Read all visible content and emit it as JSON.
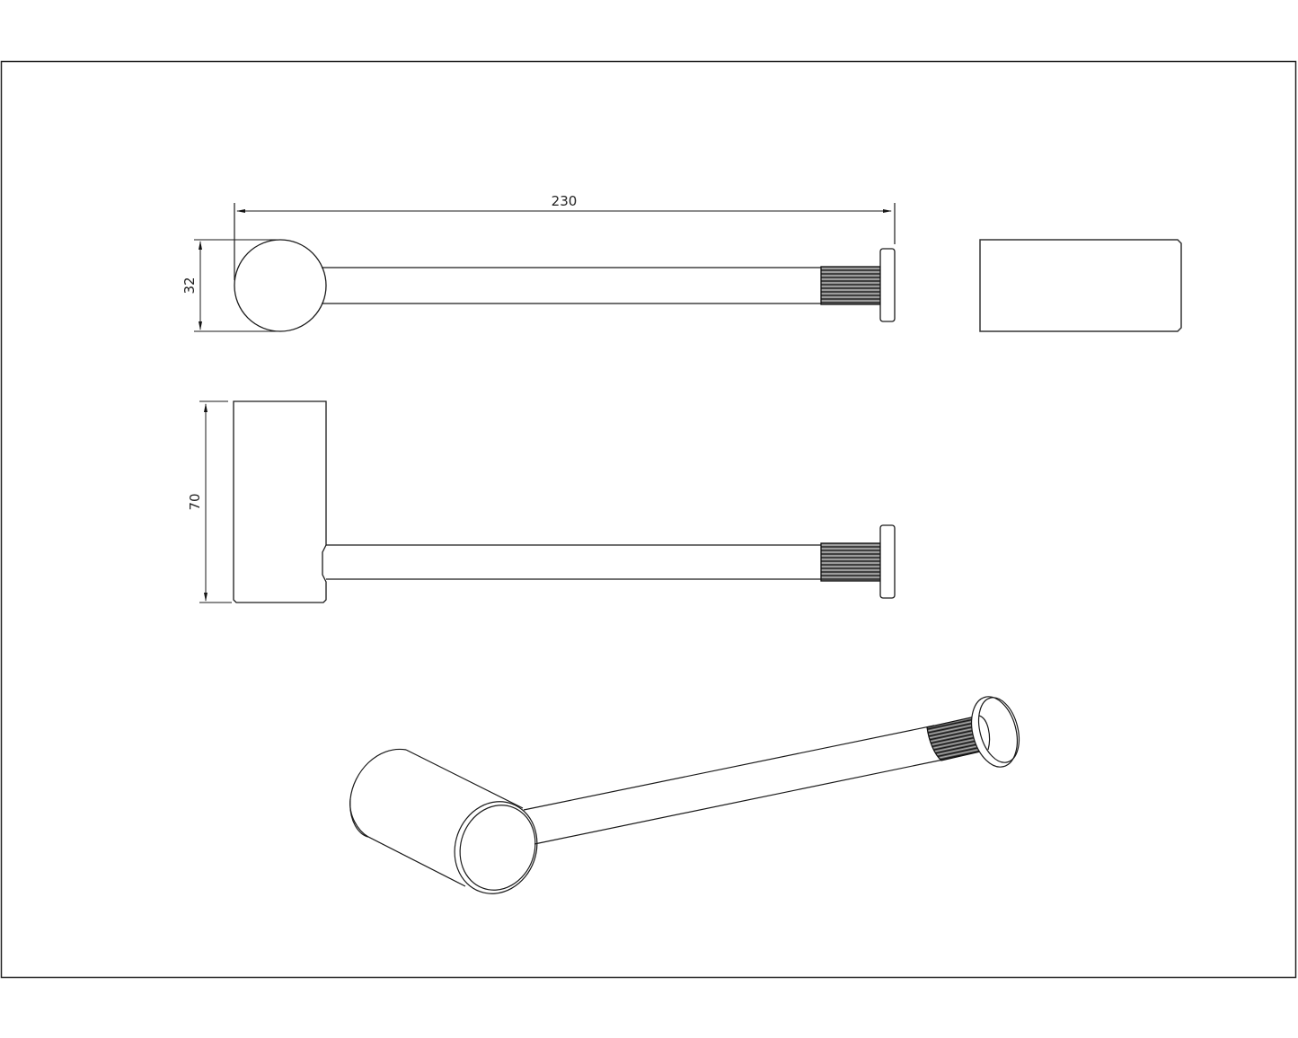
{
  "drawing": {
    "type": "technical-drawing",
    "subject": "toilet roll holder",
    "stroke_color": "#1a1a1a",
    "background": "#ffffff",
    "views": [
      {
        "name": "top-view",
        "label": ""
      },
      {
        "name": "end-view",
        "label": ""
      },
      {
        "name": "front-view",
        "label": ""
      },
      {
        "name": "isometric-view",
        "label": ""
      }
    ],
    "dimensions": {
      "overall_length": "230",
      "top_diameter": "32",
      "body_height": "70"
    }
  }
}
